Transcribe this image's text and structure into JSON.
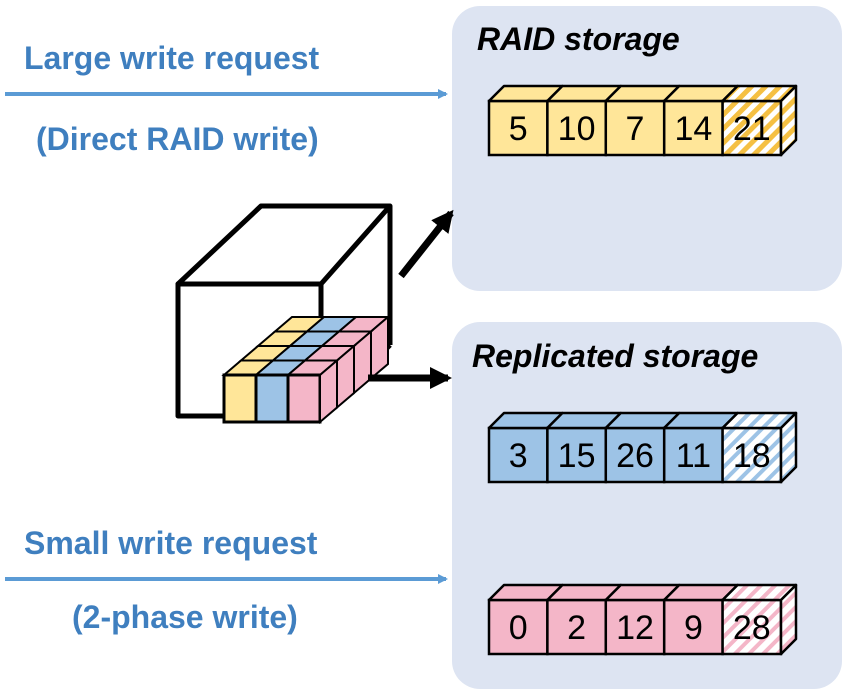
{
  "colors": {
    "panel": "#dde4f2",
    "label_blue": "#3f7fbf",
    "arrow_blue": "#5b9bd5",
    "yellow": "#ffe699",
    "blue": "#9dc3e6",
    "pink": "#f4b6c8"
  },
  "requests": {
    "large": {
      "line1": "Large write request",
      "line2": "(Direct RAID write)"
    },
    "small": {
      "line1": "Small write request",
      "line2": "(2-phase write)"
    }
  },
  "raid_panel": {
    "title": "RAID storage",
    "stripe": {
      "values": [
        "5",
        "10",
        "7",
        "14",
        "21"
      ],
      "color": "yellow"
    }
  },
  "replicated_panel": {
    "title": "Replicated storage",
    "stripes": [
      {
        "values": [
          "3",
          "15",
          "26",
          "11",
          "18"
        ],
        "color": "blue"
      },
      {
        "values": [
          "0",
          "2",
          "12",
          "9",
          "28"
        ],
        "color": "pink"
      }
    ]
  }
}
